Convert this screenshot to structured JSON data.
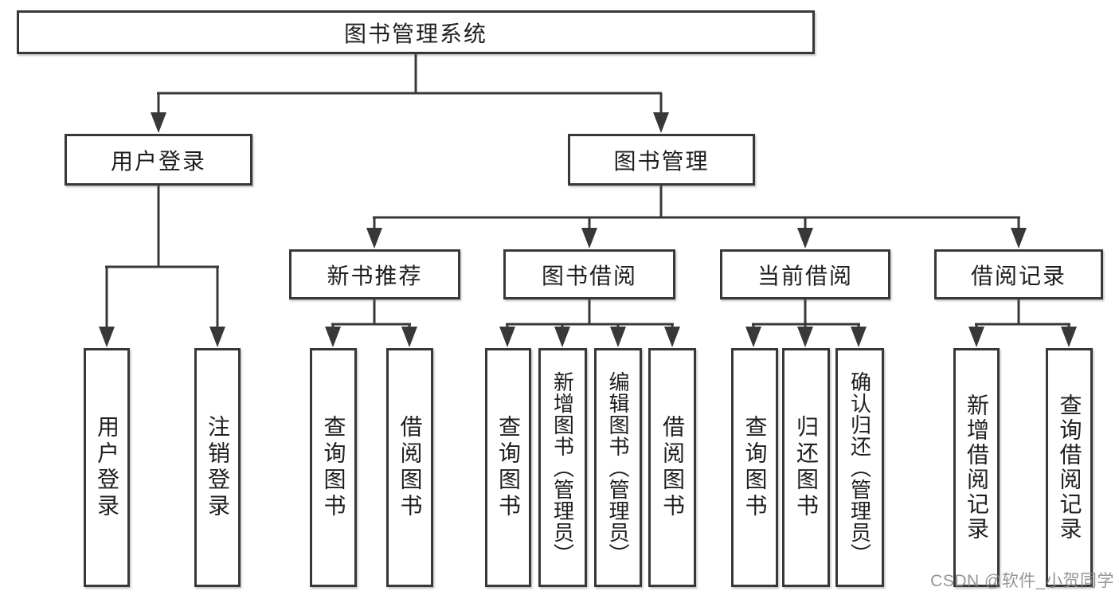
{
  "tree": {
    "label": "图书管理系统",
    "children": [
      {
        "label": "用户登录",
        "children": [
          {
            "label": "用户登录"
          },
          {
            "label": "注销登录"
          }
        ]
      },
      {
        "label": "图书管理",
        "children": [
          {
            "label": "新书推荐",
            "children": [
              {
                "label": "查询图书"
              },
              {
                "label": "借阅图书"
              }
            ]
          },
          {
            "label": "图书借阅",
            "children": [
              {
                "label": "查询图书"
              },
              {
                "label": "新增图书（管理员）"
              },
              {
                "label": "编辑图书（管理员）"
              },
              {
                "label": "借阅图书"
              }
            ]
          },
          {
            "label": "当前借阅",
            "children": [
              {
                "label": "查询图书"
              },
              {
                "label": "归还图书"
              },
              {
                "label": "确认归还（管理员）"
              }
            ]
          },
          {
            "label": "借阅记录",
            "children": [
              {
                "label": "新增借阅记录"
              },
              {
                "label": "查询借阅记录"
              }
            ]
          }
        ]
      }
    ]
  },
  "watermark": {
    "text": "CSDN @软件_小贺同学"
  },
  "colors": {
    "line": "#383838",
    "text": "#1e1e1e",
    "watermark": "#8c8c8c",
    "background": "#ffffff"
  }
}
